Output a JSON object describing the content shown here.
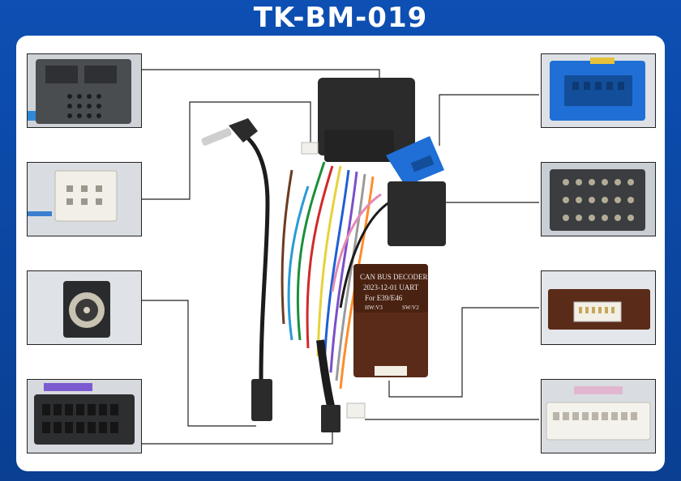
{
  "header": {
    "title": "TK-BM-019"
  },
  "decoder": {
    "line1": "CAN BUS DECODER",
    "line2": "2023-12-01 UART",
    "line3": "For E39/E46",
    "hw": "HW:V3",
    "sw": "SW:V2"
  },
  "colors": {
    "brand_blue": "#0c4aa8",
    "panel": "#ffffff",
    "connector_black": "#2b2b2b",
    "connector_blue": "#1f6fd6",
    "decoder_brown": "#5a2b18"
  },
  "thumbnails": [
    "quadlock-connector-photo",
    "white-plug-photo",
    "antenna-jack-photo",
    "head-unit-plug-photo",
    "blue-connector-photo",
    "round-pin-connector-photo",
    "decoder-port-photo",
    "white-port-photo"
  ]
}
